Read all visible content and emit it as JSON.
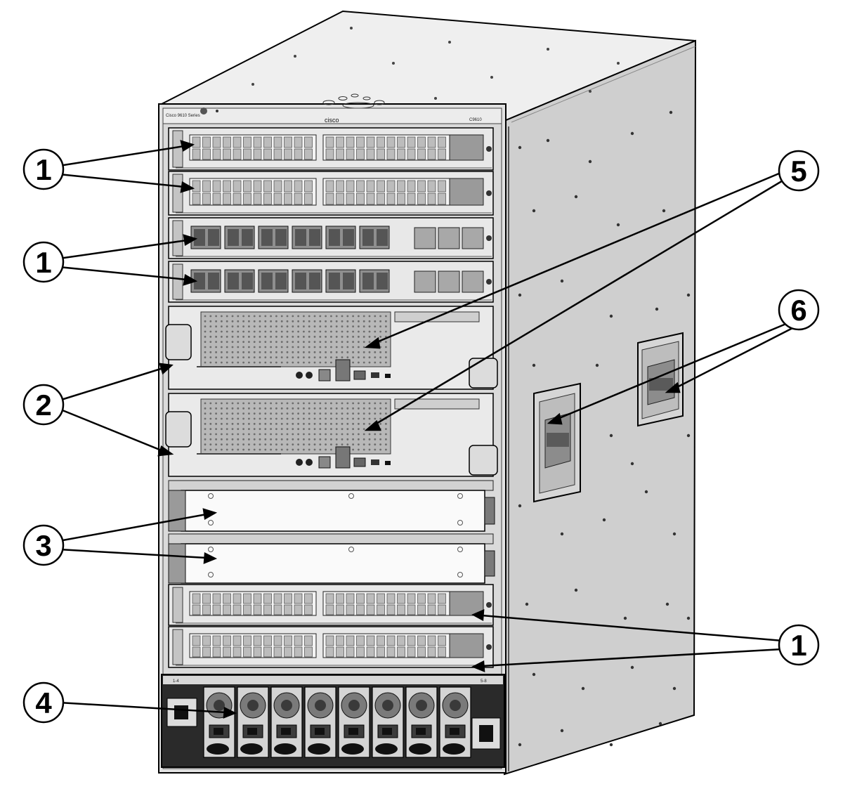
{
  "figure": {
    "chassis_model": "Cisco 9610 Series",
    "brand_label": "cisco",
    "supervisor_label": "C9610",
    "psu_bank_left": "1-4",
    "psu_bank_right": "5-8"
  },
  "callouts": [
    {
      "id": "c1a",
      "number": "1",
      "meaning": "line card"
    },
    {
      "id": "c1b",
      "number": "1",
      "meaning": "line card"
    },
    {
      "id": "c5",
      "number": "5",
      "meaning": "supervisor module"
    },
    {
      "id": "c6",
      "number": "6",
      "meaning": "handle"
    },
    {
      "id": "c2",
      "number": "2",
      "meaning": "supervisor ejector"
    },
    {
      "id": "c3",
      "number": "3",
      "meaning": "blank slot cover"
    },
    {
      "id": "c1c",
      "number": "1",
      "meaning": "line card"
    },
    {
      "id": "c4",
      "number": "4",
      "meaning": "power supply"
    }
  ],
  "colors": {
    "chassis_side": "#cfcfcf",
    "chassis_top": "#efefef",
    "front": "#dedede",
    "psu_bay": "#2a2a2a",
    "line": "#000000"
  }
}
